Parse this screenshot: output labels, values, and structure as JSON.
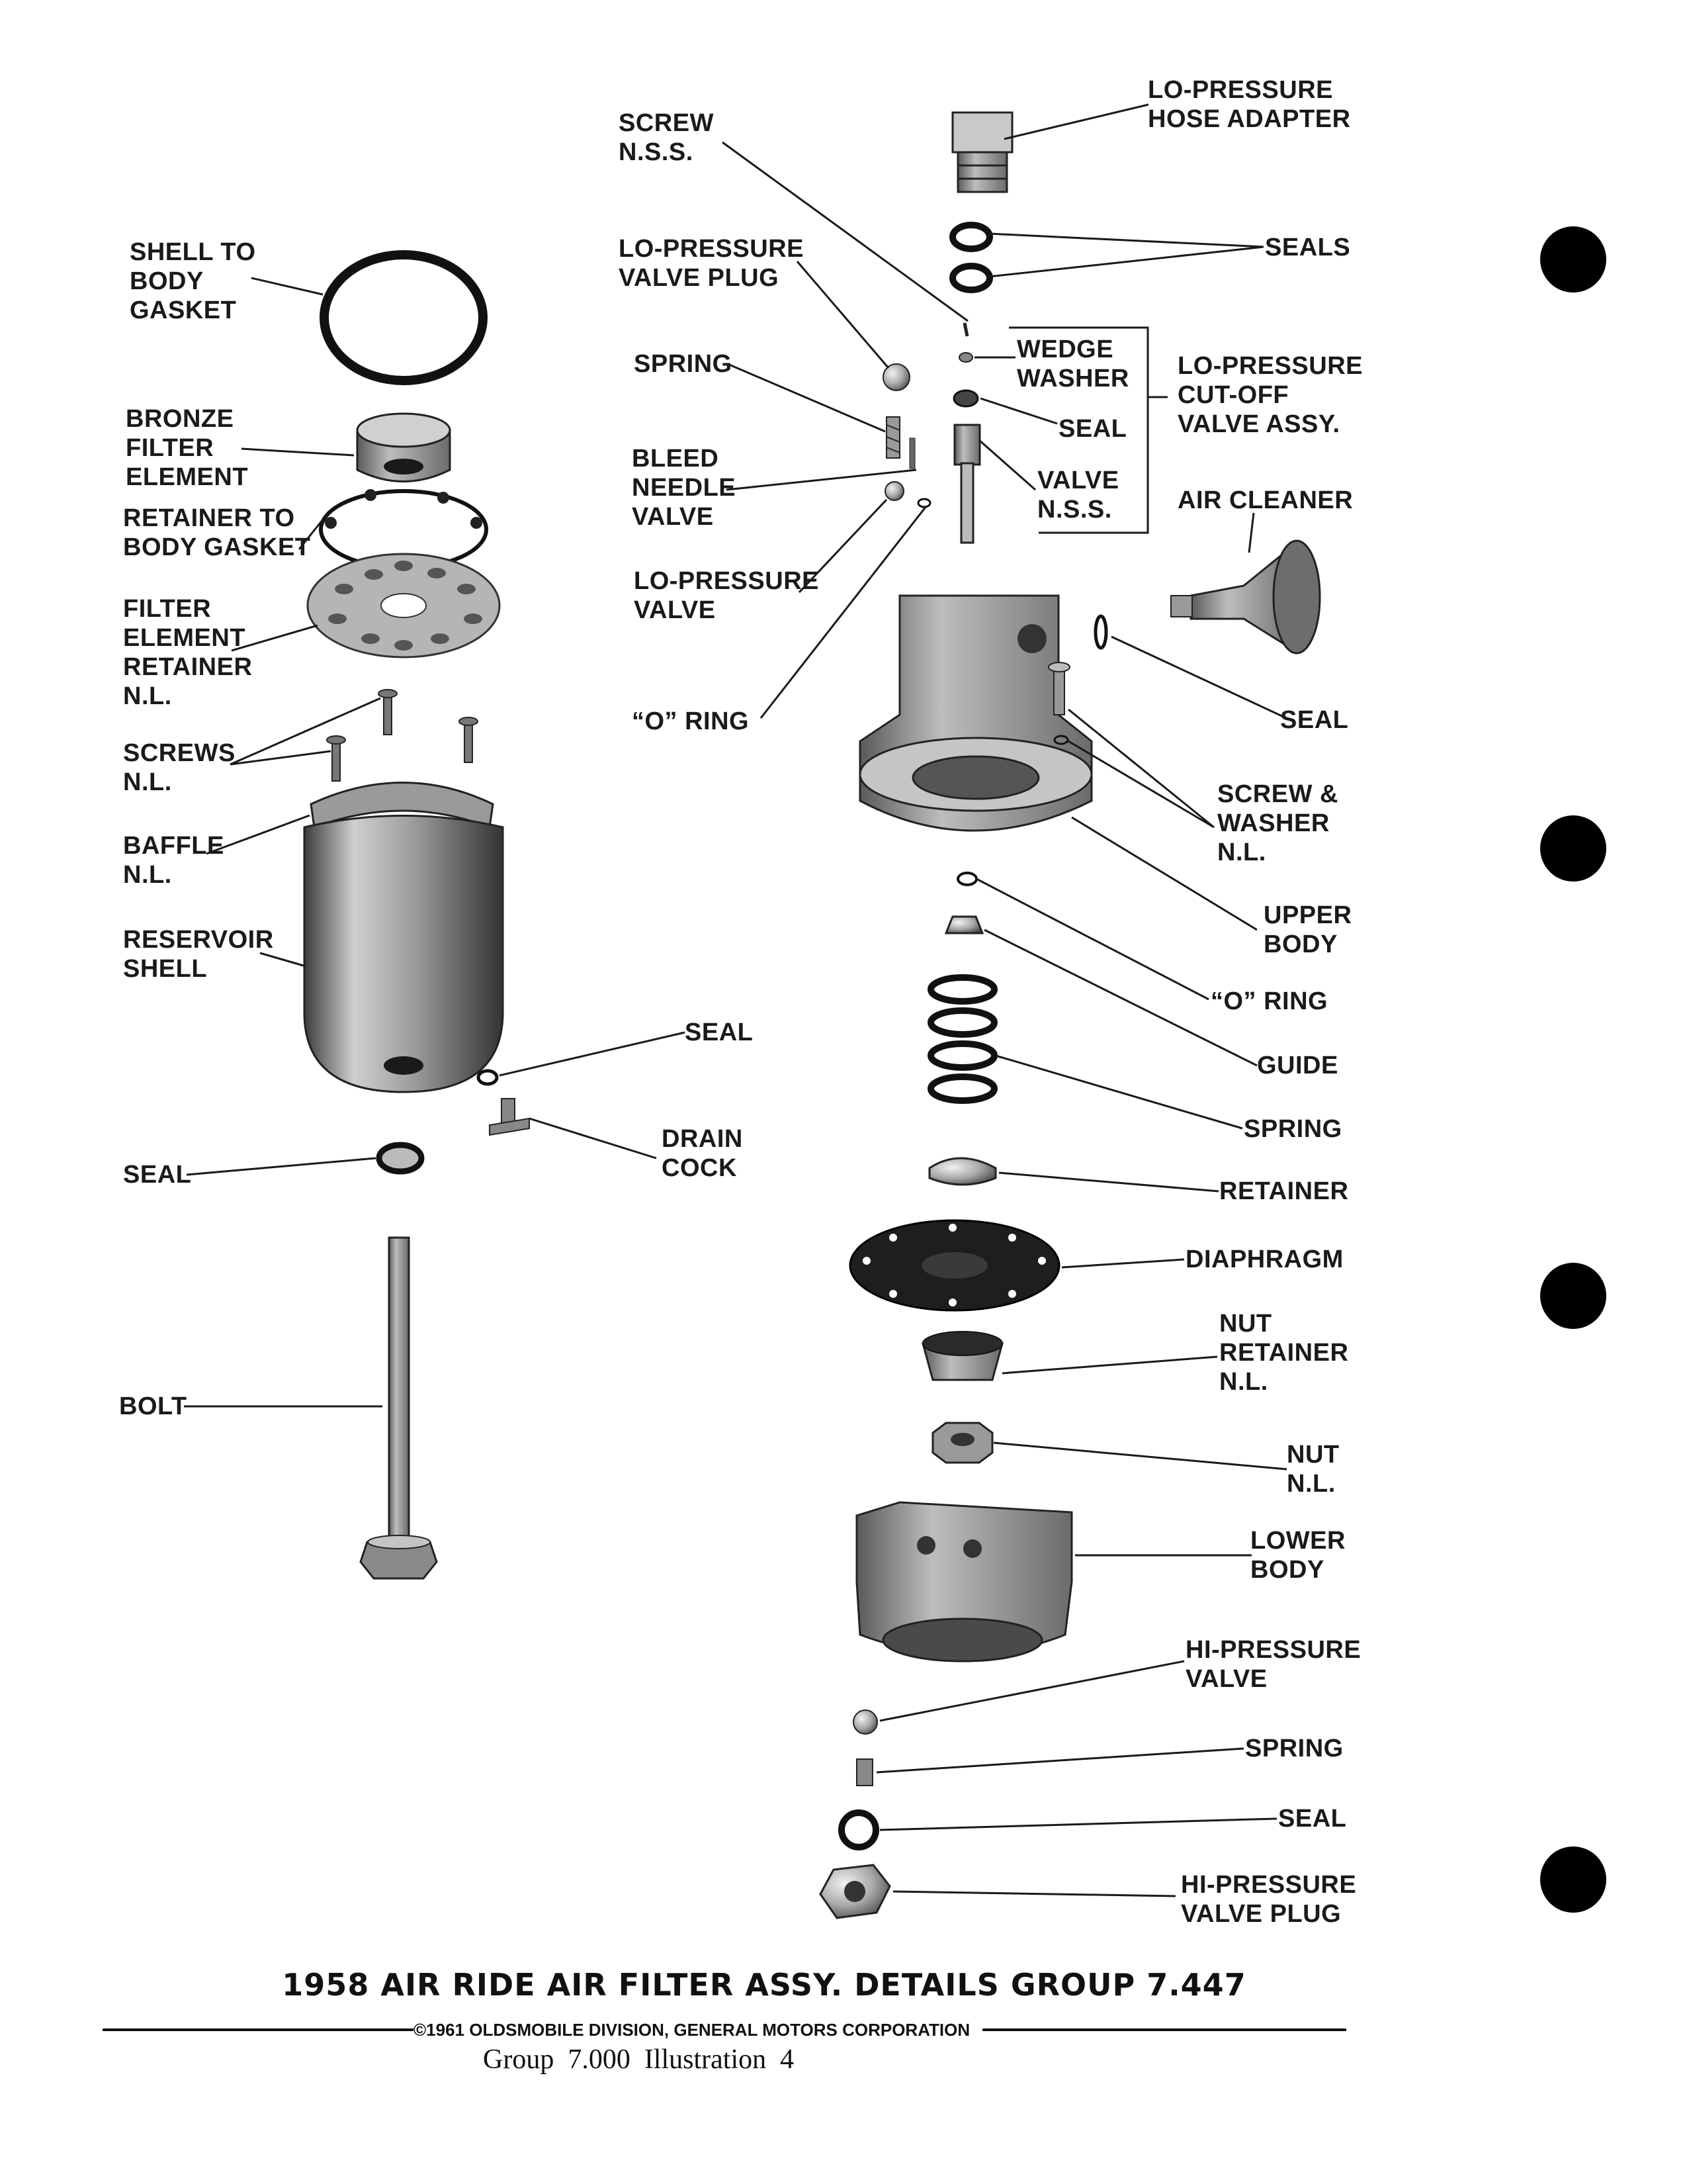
{
  "title": "1958 AIR RIDE AIR FILTER ASSY. DETAILS GROUP 7.447",
  "copyright": "©1961 OLDSMOBILE DIVISION, GENERAL MOTORS CORPORATION",
  "footer": "Group  7.000  Illustration  4",
  "labels": {
    "lo_pressure_hose_adapter": [
      "LO-PRESSURE",
      "HOSE ADAPTER"
    ],
    "screw_nss": [
      "SCREW",
      "N.S.S."
    ],
    "shell_to_body_gasket": [
      "SHELL TO",
      "BODY",
      "GASKET"
    ],
    "seals_top": [
      "SEALS"
    ],
    "lo_pressure_valve_plug": [
      "LO-PRESSURE",
      "VALVE PLUG"
    ],
    "wedge_washer": [
      "WEDGE",
      "WASHER"
    ],
    "lo_pressure_cutoff_valve_assy": [
      "LO-PRESSURE",
      "CUT-OFF",
      "VALVE ASSY."
    ],
    "spring_top": [
      "SPRING"
    ],
    "seal_cutoff": [
      "SEAL"
    ],
    "bronze_filter_element": [
      "BRONZE",
      "FILTER",
      "ELEMENT"
    ],
    "bleed_needle_valve": [
      "BLEED",
      "NEEDLE",
      "VALVE"
    ],
    "valve_nss": [
      "VALVE",
      "N.S.S."
    ],
    "air_cleaner": [
      "AIR CLEANER"
    ],
    "retainer_to_body_gasket": [
      "RETAINER TO",
      "BODY GASKET"
    ],
    "lo_pressure_valve": [
      "LO-PRESSURE",
      "VALVE"
    ],
    "filter_element_retainer": [
      "FILTER",
      "ELEMENT",
      "RETAINER",
      "N.L."
    ],
    "o_ring_top": [
      "“O” RING"
    ],
    "seal_air_cleaner": [
      "SEAL"
    ],
    "screws_nl": [
      "SCREWS",
      "N.L."
    ],
    "screw_washer_nl": [
      "SCREW &",
      "WASHER",
      "N.L."
    ],
    "baffle_nl": [
      "BAFFLE",
      "N.L."
    ],
    "upper_body": [
      "UPPER",
      "BODY"
    ],
    "reservoir_shell": [
      "RESERVOIR",
      "SHELL"
    ],
    "o_ring_mid": [
      "“O” RING"
    ],
    "seal_drain": [
      "SEAL"
    ],
    "guide": [
      "GUIDE"
    ],
    "drain_cock": [
      "DRAIN",
      "COCK"
    ],
    "spring_mid": [
      "SPRING"
    ],
    "seal_left": [
      "SEAL"
    ],
    "retainer": [
      "RETAINER"
    ],
    "diaphragm": [
      "DIAPHRAGM"
    ],
    "nut_retainer_nl": [
      "NUT",
      "RETAINER",
      "N.L."
    ],
    "bolt": [
      "BOLT"
    ],
    "nut_nl": [
      "NUT",
      "N.L."
    ],
    "lower_body": [
      "LOWER",
      "BODY"
    ],
    "hi_pressure_valve": [
      "HI-PRESSURE",
      "VALVE"
    ],
    "spring_bottom": [
      "SPRING"
    ],
    "seal_bottom": [
      "SEAL"
    ],
    "hi_pressure_valve_plug": [
      "HI-PRESSURE",
      "VALVE PLUG"
    ]
  }
}
